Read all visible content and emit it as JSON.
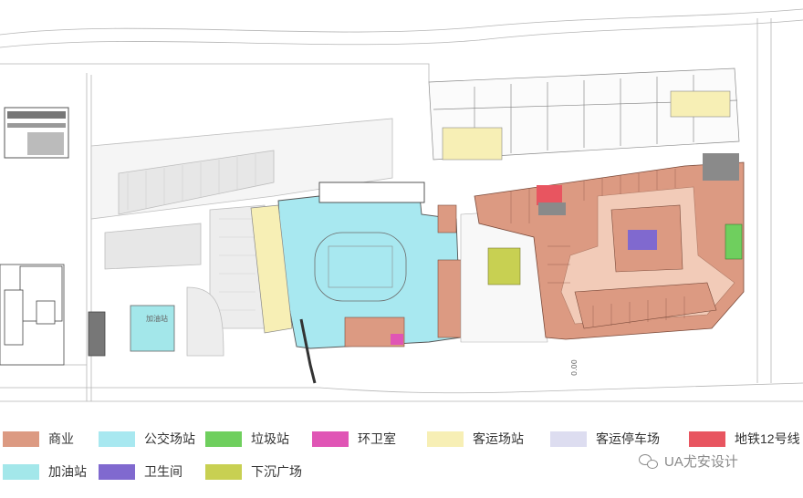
{
  "plan": {
    "labels": {
      "gas_station_sign": "加油站",
      "elevation": "0.00"
    }
  },
  "legend": [
    {
      "label": "商业",
      "color": "#dc9a82"
    },
    {
      "label": "公交场站",
      "color": "#a8e8f0"
    },
    {
      "label": "垃圾站",
      "color": "#6fcf5e"
    },
    {
      "label": "环卫室",
      "color": "#e055b5"
    },
    {
      "label": "客运场站",
      "color": "#f7efb5"
    },
    {
      "label": "客运停车场",
      "color": "#ddddf0"
    },
    {
      "label": "地铁12号线",
      "color": "#e85560"
    },
    {
      "label": "加油站",
      "color": "#a3e7ea"
    },
    {
      "label": "卫生间",
      "color": "#8069cf"
    },
    {
      "label": "下沉广场",
      "color": "#c8d052"
    }
  ],
  "watermark": {
    "text": "UA尤安设计",
    "icon": "wechat-icon"
  },
  "colors": {
    "line": "#9a9a9a",
    "dark_line": "#444444",
    "commerce": "#dc9a82",
    "commerce_light": "#f2cbb8",
    "bus": "#a8e8f0",
    "passenger": "#f7efb5",
    "gas": "#a3e7ea",
    "toilet": "#8069cf",
    "plaza": "#c8d052",
    "garbage": "#6fcf5e",
    "sanitation": "#e055b5",
    "metro": "#e85560",
    "grey_block": "#8a8a8a"
  }
}
